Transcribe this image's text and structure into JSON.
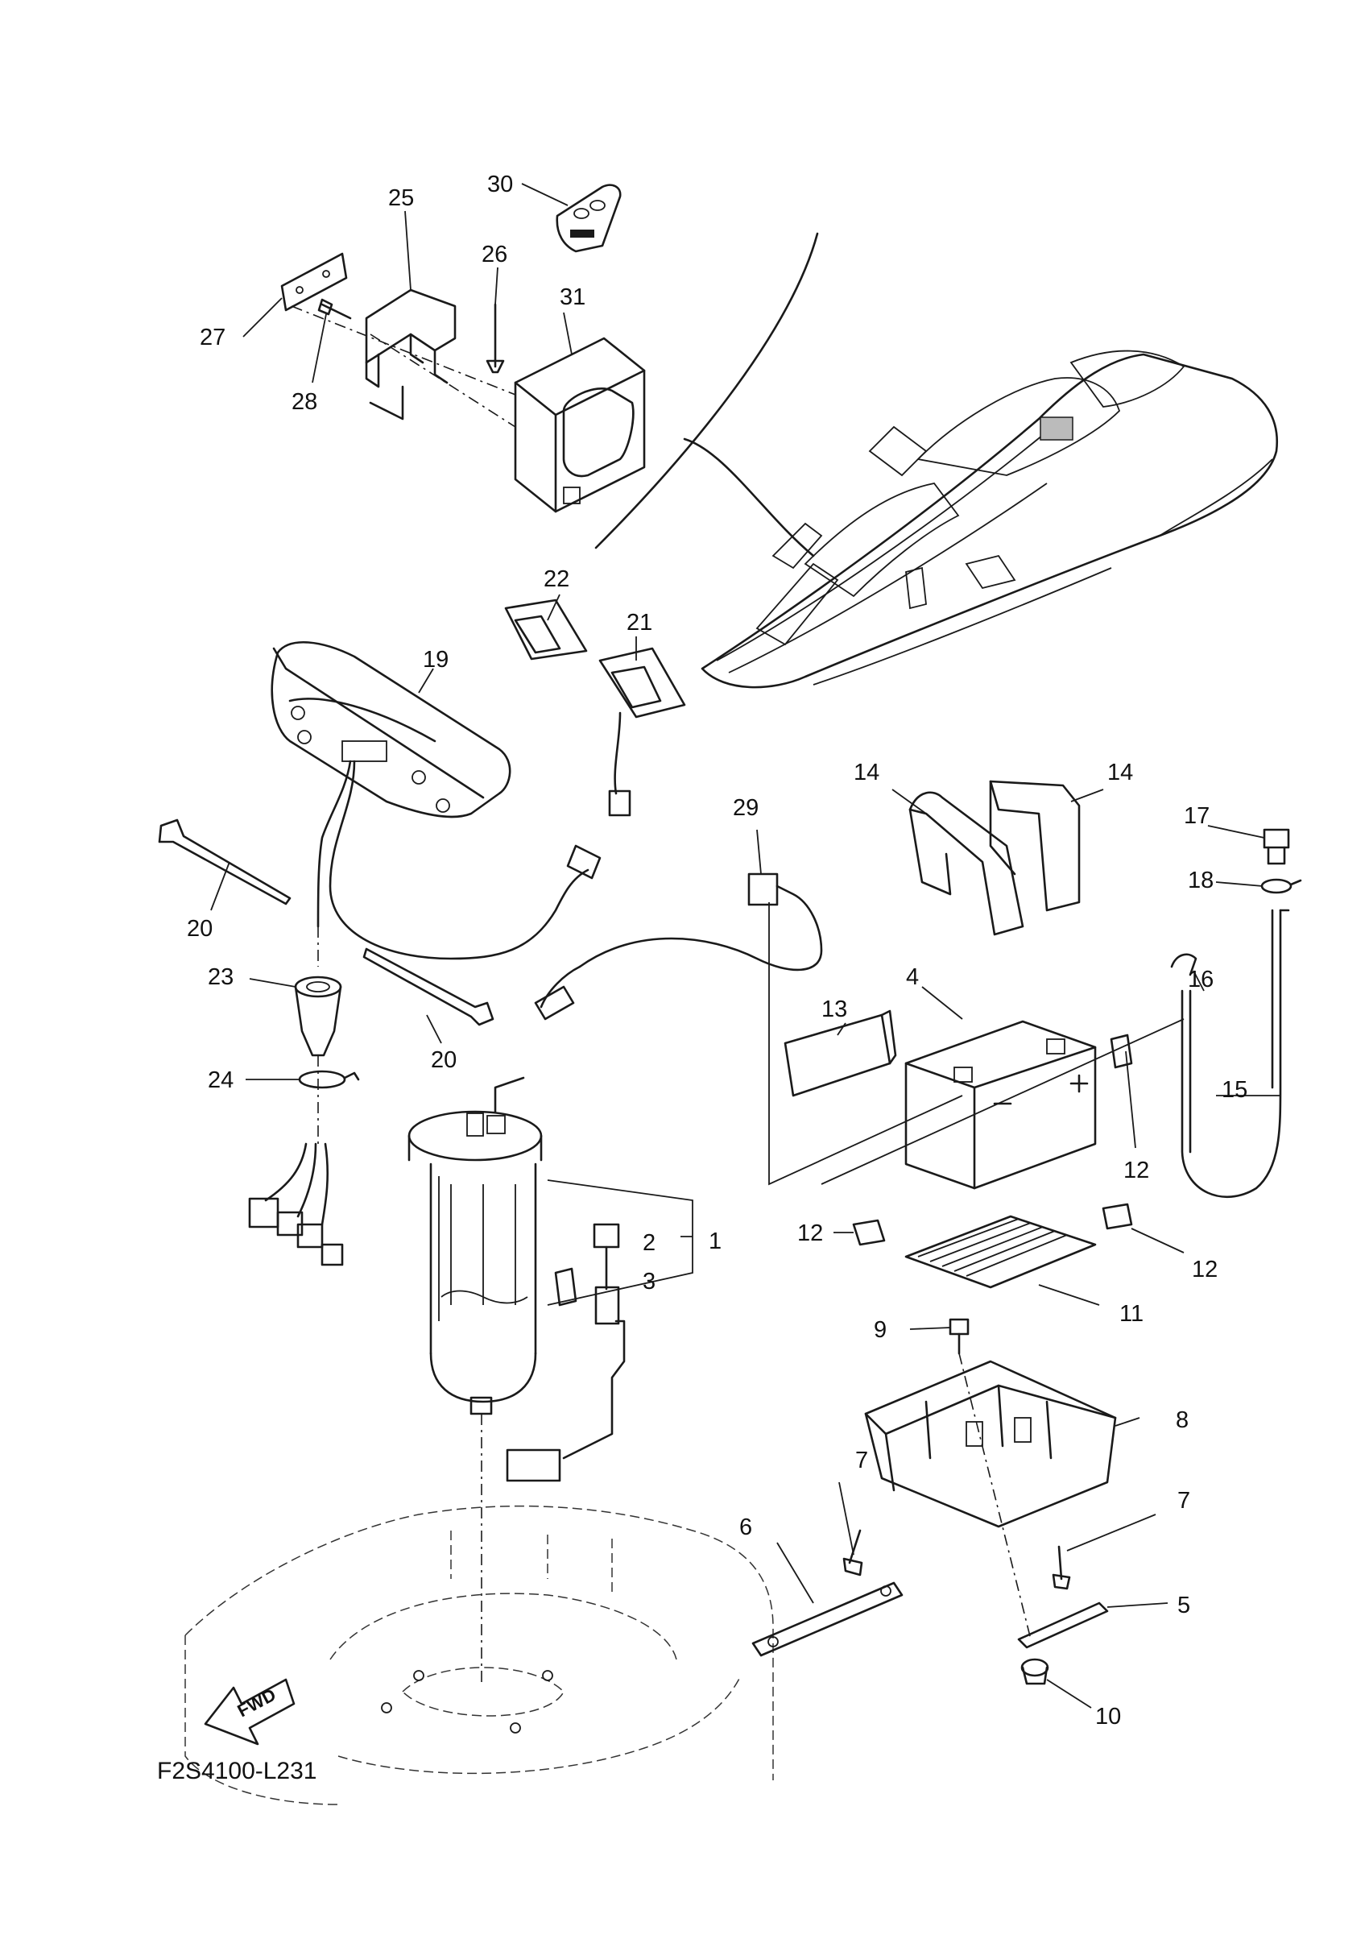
{
  "diagram_code": "F2S4100-L231",
  "fwd_label": "FWD",
  "callouts": [
    {
      "id": "c1",
      "text": "1"
    },
    {
      "id": "c2",
      "text": "2"
    },
    {
      "id": "c3",
      "text": "3"
    },
    {
      "id": "c4",
      "text": "4"
    },
    {
      "id": "c5",
      "text": "5"
    },
    {
      "id": "c6",
      "text": "6"
    },
    {
      "id": "c7a",
      "text": "7"
    },
    {
      "id": "c7b",
      "text": "7"
    },
    {
      "id": "c8",
      "text": "8"
    },
    {
      "id": "c9",
      "text": "9"
    },
    {
      "id": "c10",
      "text": "10"
    },
    {
      "id": "c11",
      "text": "11"
    },
    {
      "id": "c12a",
      "text": "12"
    },
    {
      "id": "c12b",
      "text": "12"
    },
    {
      "id": "c12c",
      "text": "12"
    },
    {
      "id": "c13",
      "text": "13"
    },
    {
      "id": "c14a",
      "text": "14"
    },
    {
      "id": "c14b",
      "text": "14"
    },
    {
      "id": "c15",
      "text": "15"
    },
    {
      "id": "c16",
      "text": "16"
    },
    {
      "id": "c17",
      "text": "17"
    },
    {
      "id": "c18",
      "text": "18"
    },
    {
      "id": "c19",
      "text": "19"
    },
    {
      "id": "c20a",
      "text": "20"
    },
    {
      "id": "c20b",
      "text": "20"
    },
    {
      "id": "c21",
      "text": "21"
    },
    {
      "id": "c22",
      "text": "22"
    },
    {
      "id": "c23",
      "text": "23"
    },
    {
      "id": "c24",
      "text": "24"
    },
    {
      "id": "c25",
      "text": "25"
    },
    {
      "id": "c26",
      "text": "26"
    },
    {
      "id": "c27",
      "text": "27"
    },
    {
      "id": "c28",
      "text": "28"
    },
    {
      "id": "c29",
      "text": "29"
    },
    {
      "id": "c30",
      "text": "30"
    },
    {
      "id": "c31",
      "text": "31"
    }
  ]
}
